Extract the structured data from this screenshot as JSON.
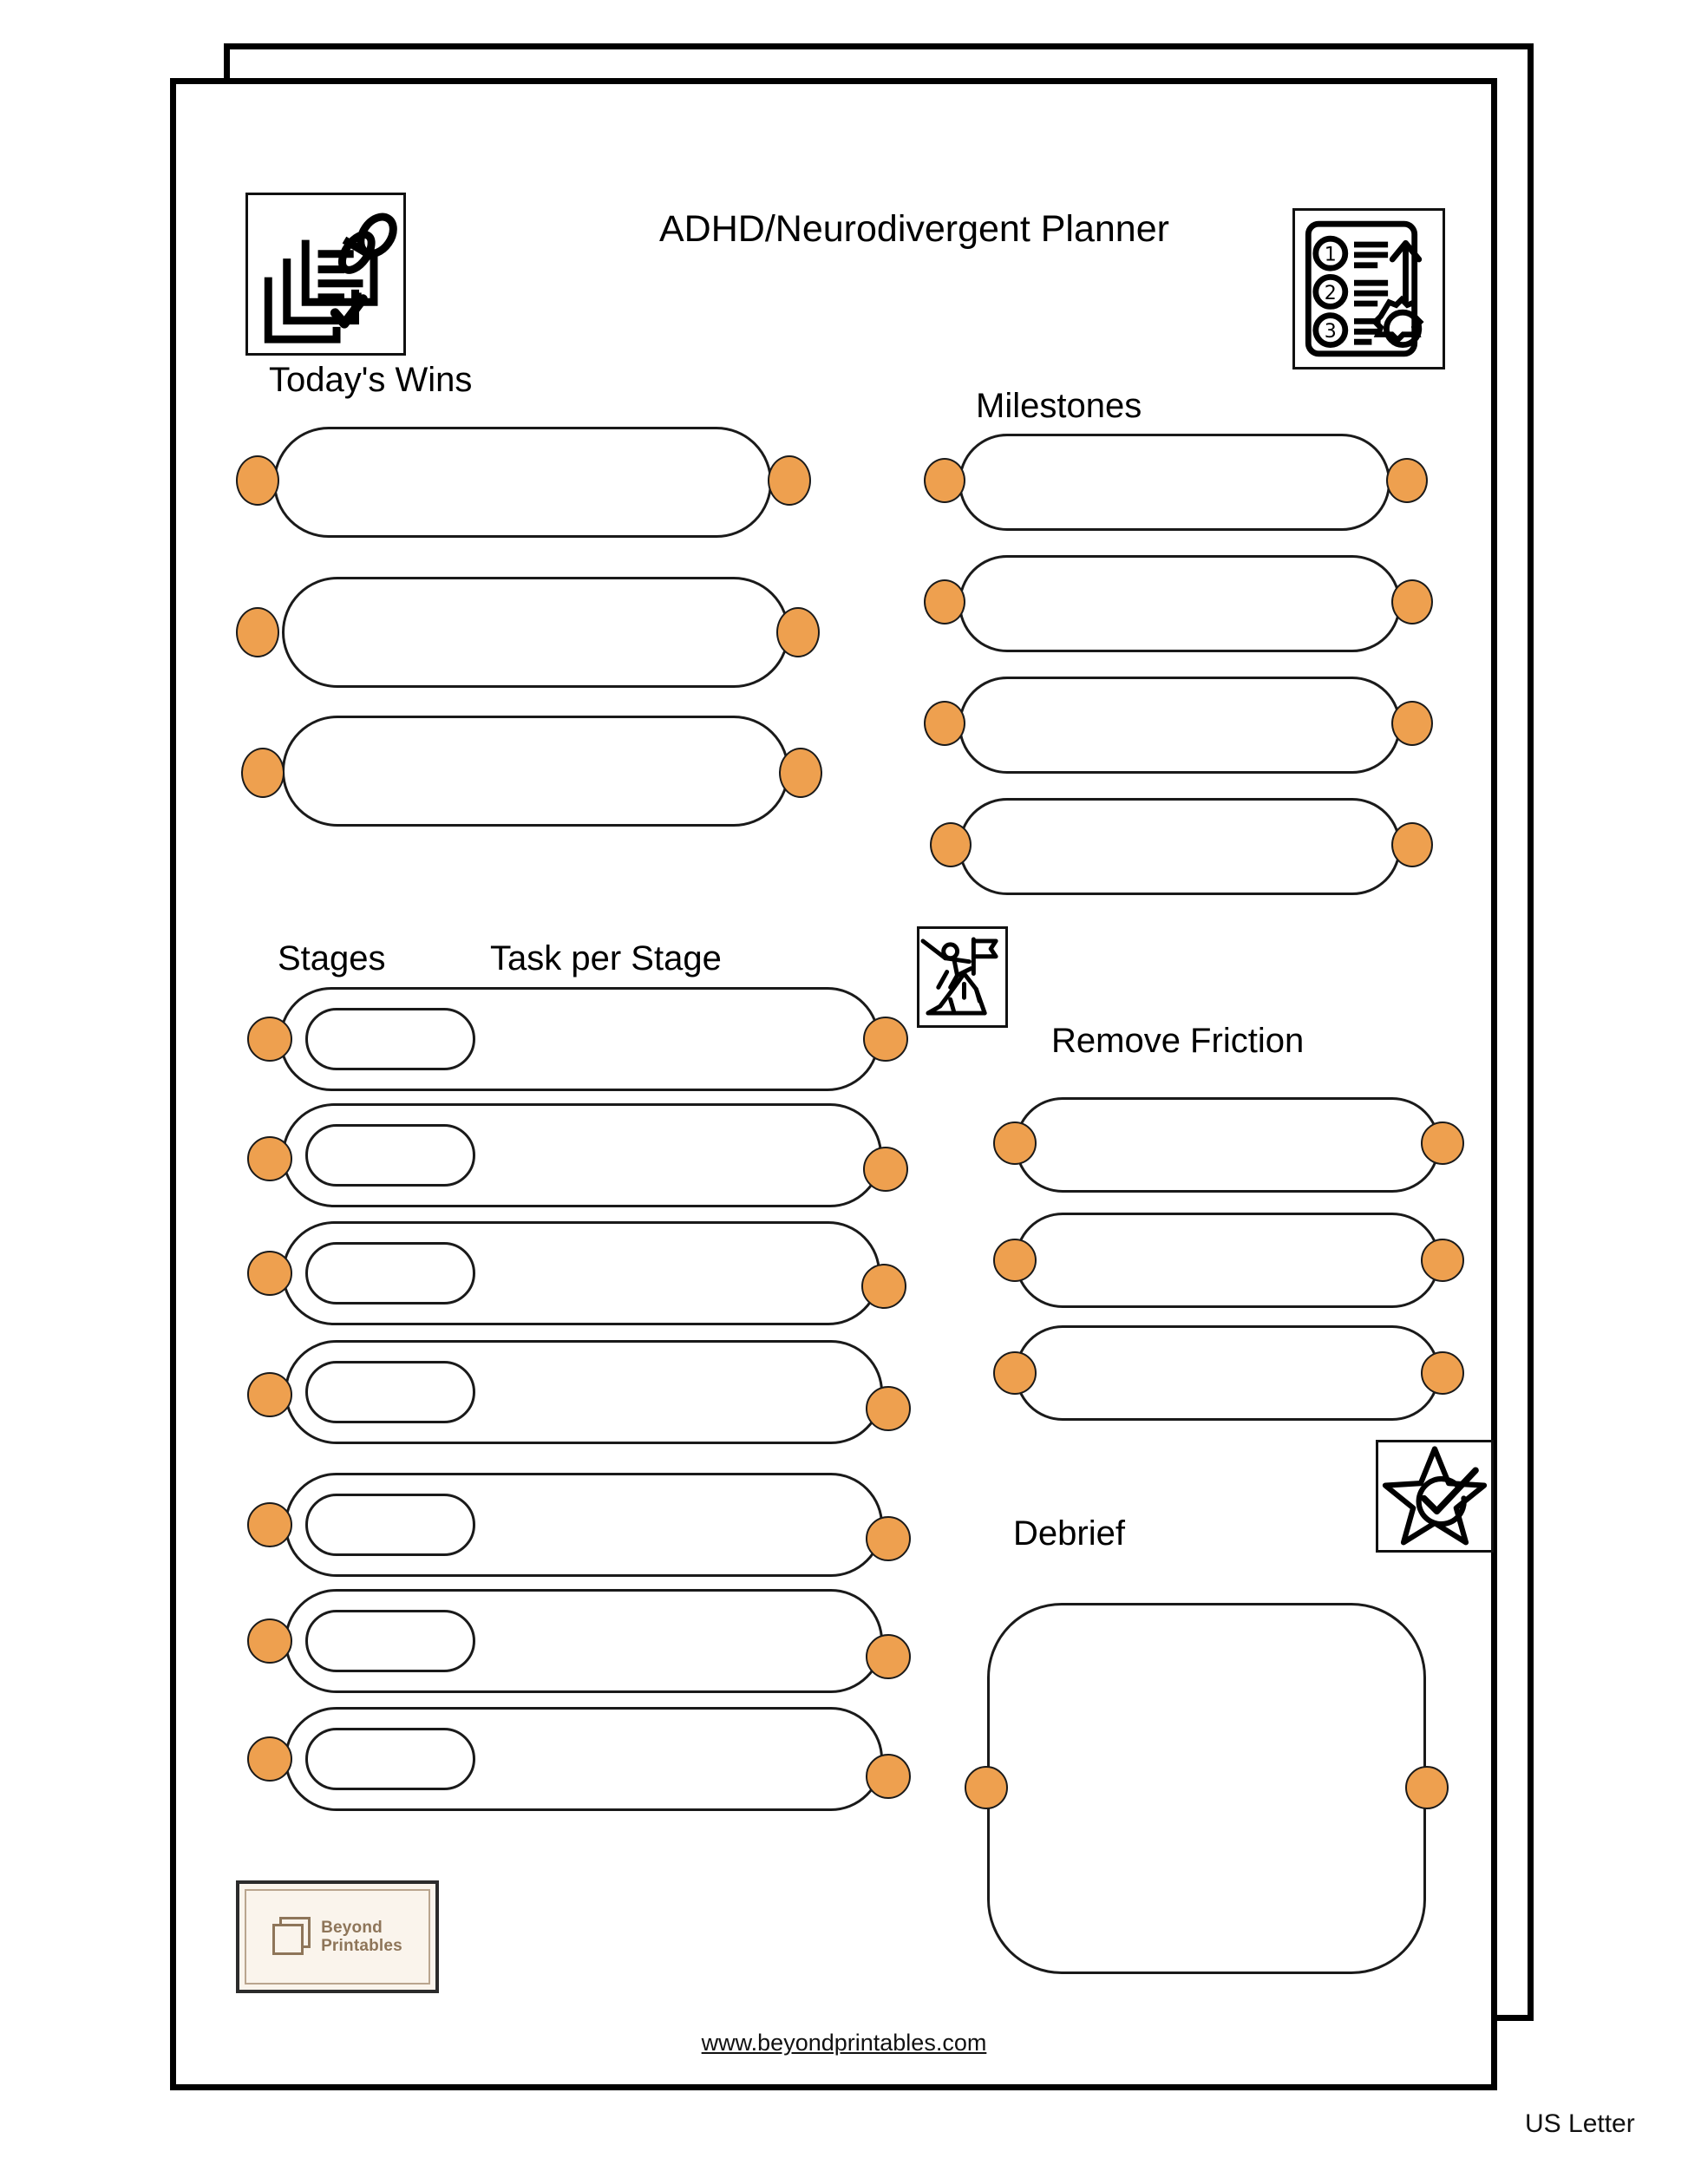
{
  "document": {
    "title": "ADHD/Neurodivergent Planner",
    "paper_size_label": "US Letter",
    "footer_url": "www.beyondprintables.com",
    "accent_color": "#eea04f",
    "line_color": "#1a1a1a",
    "page_background": "#ffffff"
  },
  "sections": {
    "todays_wins": {
      "label": "Today's Wins",
      "icon": "documents-checklist-pin-icon",
      "field_count": 3,
      "fields": [
        {
          "value": "",
          "placeholder": ""
        },
        {
          "value": "",
          "placeholder": ""
        },
        {
          "value": "",
          "placeholder": ""
        }
      ]
    },
    "milestones": {
      "label": "Milestones",
      "icon": "numbered-list-gear-arrow-icon",
      "field_count": 4,
      "fields": [
        {
          "value": "",
          "placeholder": ""
        },
        {
          "value": "",
          "placeholder": ""
        },
        {
          "value": "",
          "placeholder": ""
        },
        {
          "value": "",
          "placeholder": ""
        }
      ]
    },
    "stages": {
      "label": "Stages",
      "task_label": "Task per Stage",
      "icon": "climber-summit-flag-icon",
      "row_count": 7,
      "rows": [
        {
          "stage": "",
          "task": ""
        },
        {
          "stage": "",
          "task": ""
        },
        {
          "stage": "",
          "task": ""
        },
        {
          "stage": "",
          "task": ""
        },
        {
          "stage": "",
          "task": ""
        },
        {
          "stage": "",
          "task": ""
        },
        {
          "stage": "",
          "task": ""
        }
      ]
    },
    "remove_friction": {
      "label": "Remove Friction",
      "field_count": 3,
      "fields": [
        {
          "value": "",
          "placeholder": ""
        },
        {
          "value": "",
          "placeholder": ""
        },
        {
          "value": "",
          "placeholder": ""
        }
      ]
    },
    "debrief": {
      "label": "Debrief",
      "icon": "star-check-icon",
      "field_count": 1,
      "fields": [
        {
          "value": "",
          "placeholder": ""
        }
      ]
    }
  },
  "branding": {
    "logo_line1": "Beyond",
    "logo_line2": "Printables",
    "logo_icon": "stacked-pages-icon",
    "logo_bg": "#faf4ec",
    "logo_fg": "#8e7559"
  }
}
